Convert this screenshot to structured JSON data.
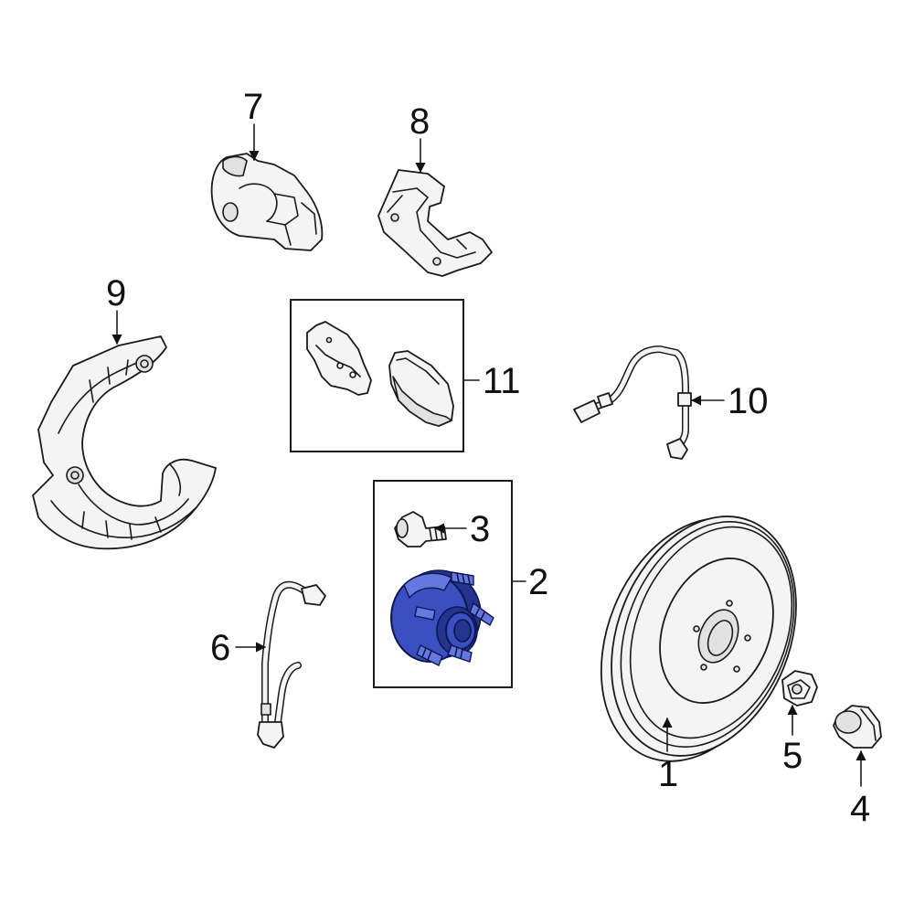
{
  "diagram": {
    "highlight_color": "#3a4fc0",
    "callouts": [
      {
        "id": "1",
        "part": "brake-rotor"
      },
      {
        "id": "2",
        "part": "wheel-hub-assembly"
      },
      {
        "id": "3",
        "part": "hub-bolt"
      },
      {
        "id": "4",
        "part": "lug-nut-cap"
      },
      {
        "id": "5",
        "part": "lug-nut"
      },
      {
        "id": "6",
        "part": "abs-sensor-wire"
      },
      {
        "id": "7",
        "part": "brake-caliper"
      },
      {
        "id": "8",
        "part": "caliper-bracket"
      },
      {
        "id": "9",
        "part": "splash-shield"
      },
      {
        "id": "10",
        "part": "brake-hose"
      },
      {
        "id": "11",
        "part": "brake-pads"
      }
    ]
  }
}
